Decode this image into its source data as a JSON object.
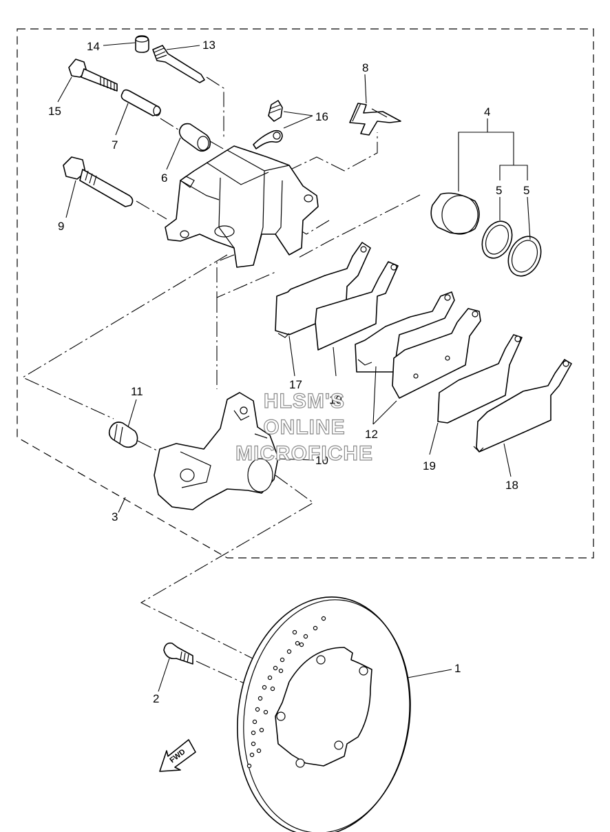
{
  "callouts": {
    "c1": "1",
    "c2": "2",
    "c3": "3",
    "c4": "4",
    "c5a": "5",
    "c5b": "5",
    "c6": "6",
    "c7": "7",
    "c8": "8",
    "c9": "9",
    "c10": "10",
    "c11": "11",
    "c12": "12",
    "c13": "13",
    "c14": "14",
    "c15": "15",
    "c16": "16",
    "c17": "17",
    "c18": "18",
    "c19a": "19",
    "c19b": "19"
  },
  "watermark": {
    "line1": "HLSM'S",
    "line2": "ONLINE",
    "line3": "MICROFICHE"
  },
  "fwd_label": "FWD"
}
